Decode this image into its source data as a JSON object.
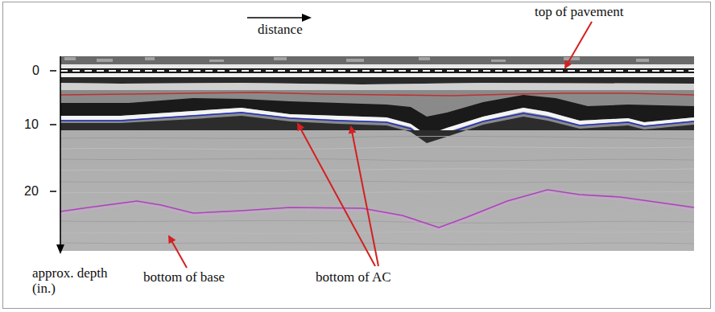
{
  "diagram": {
    "labels": [
      "distance",
      "top of pavement",
      "0",
      "10",
      "20",
      "bottom of base",
      "bottom of AC",
      "approx. depth (in.)"
    ]
  }
}
